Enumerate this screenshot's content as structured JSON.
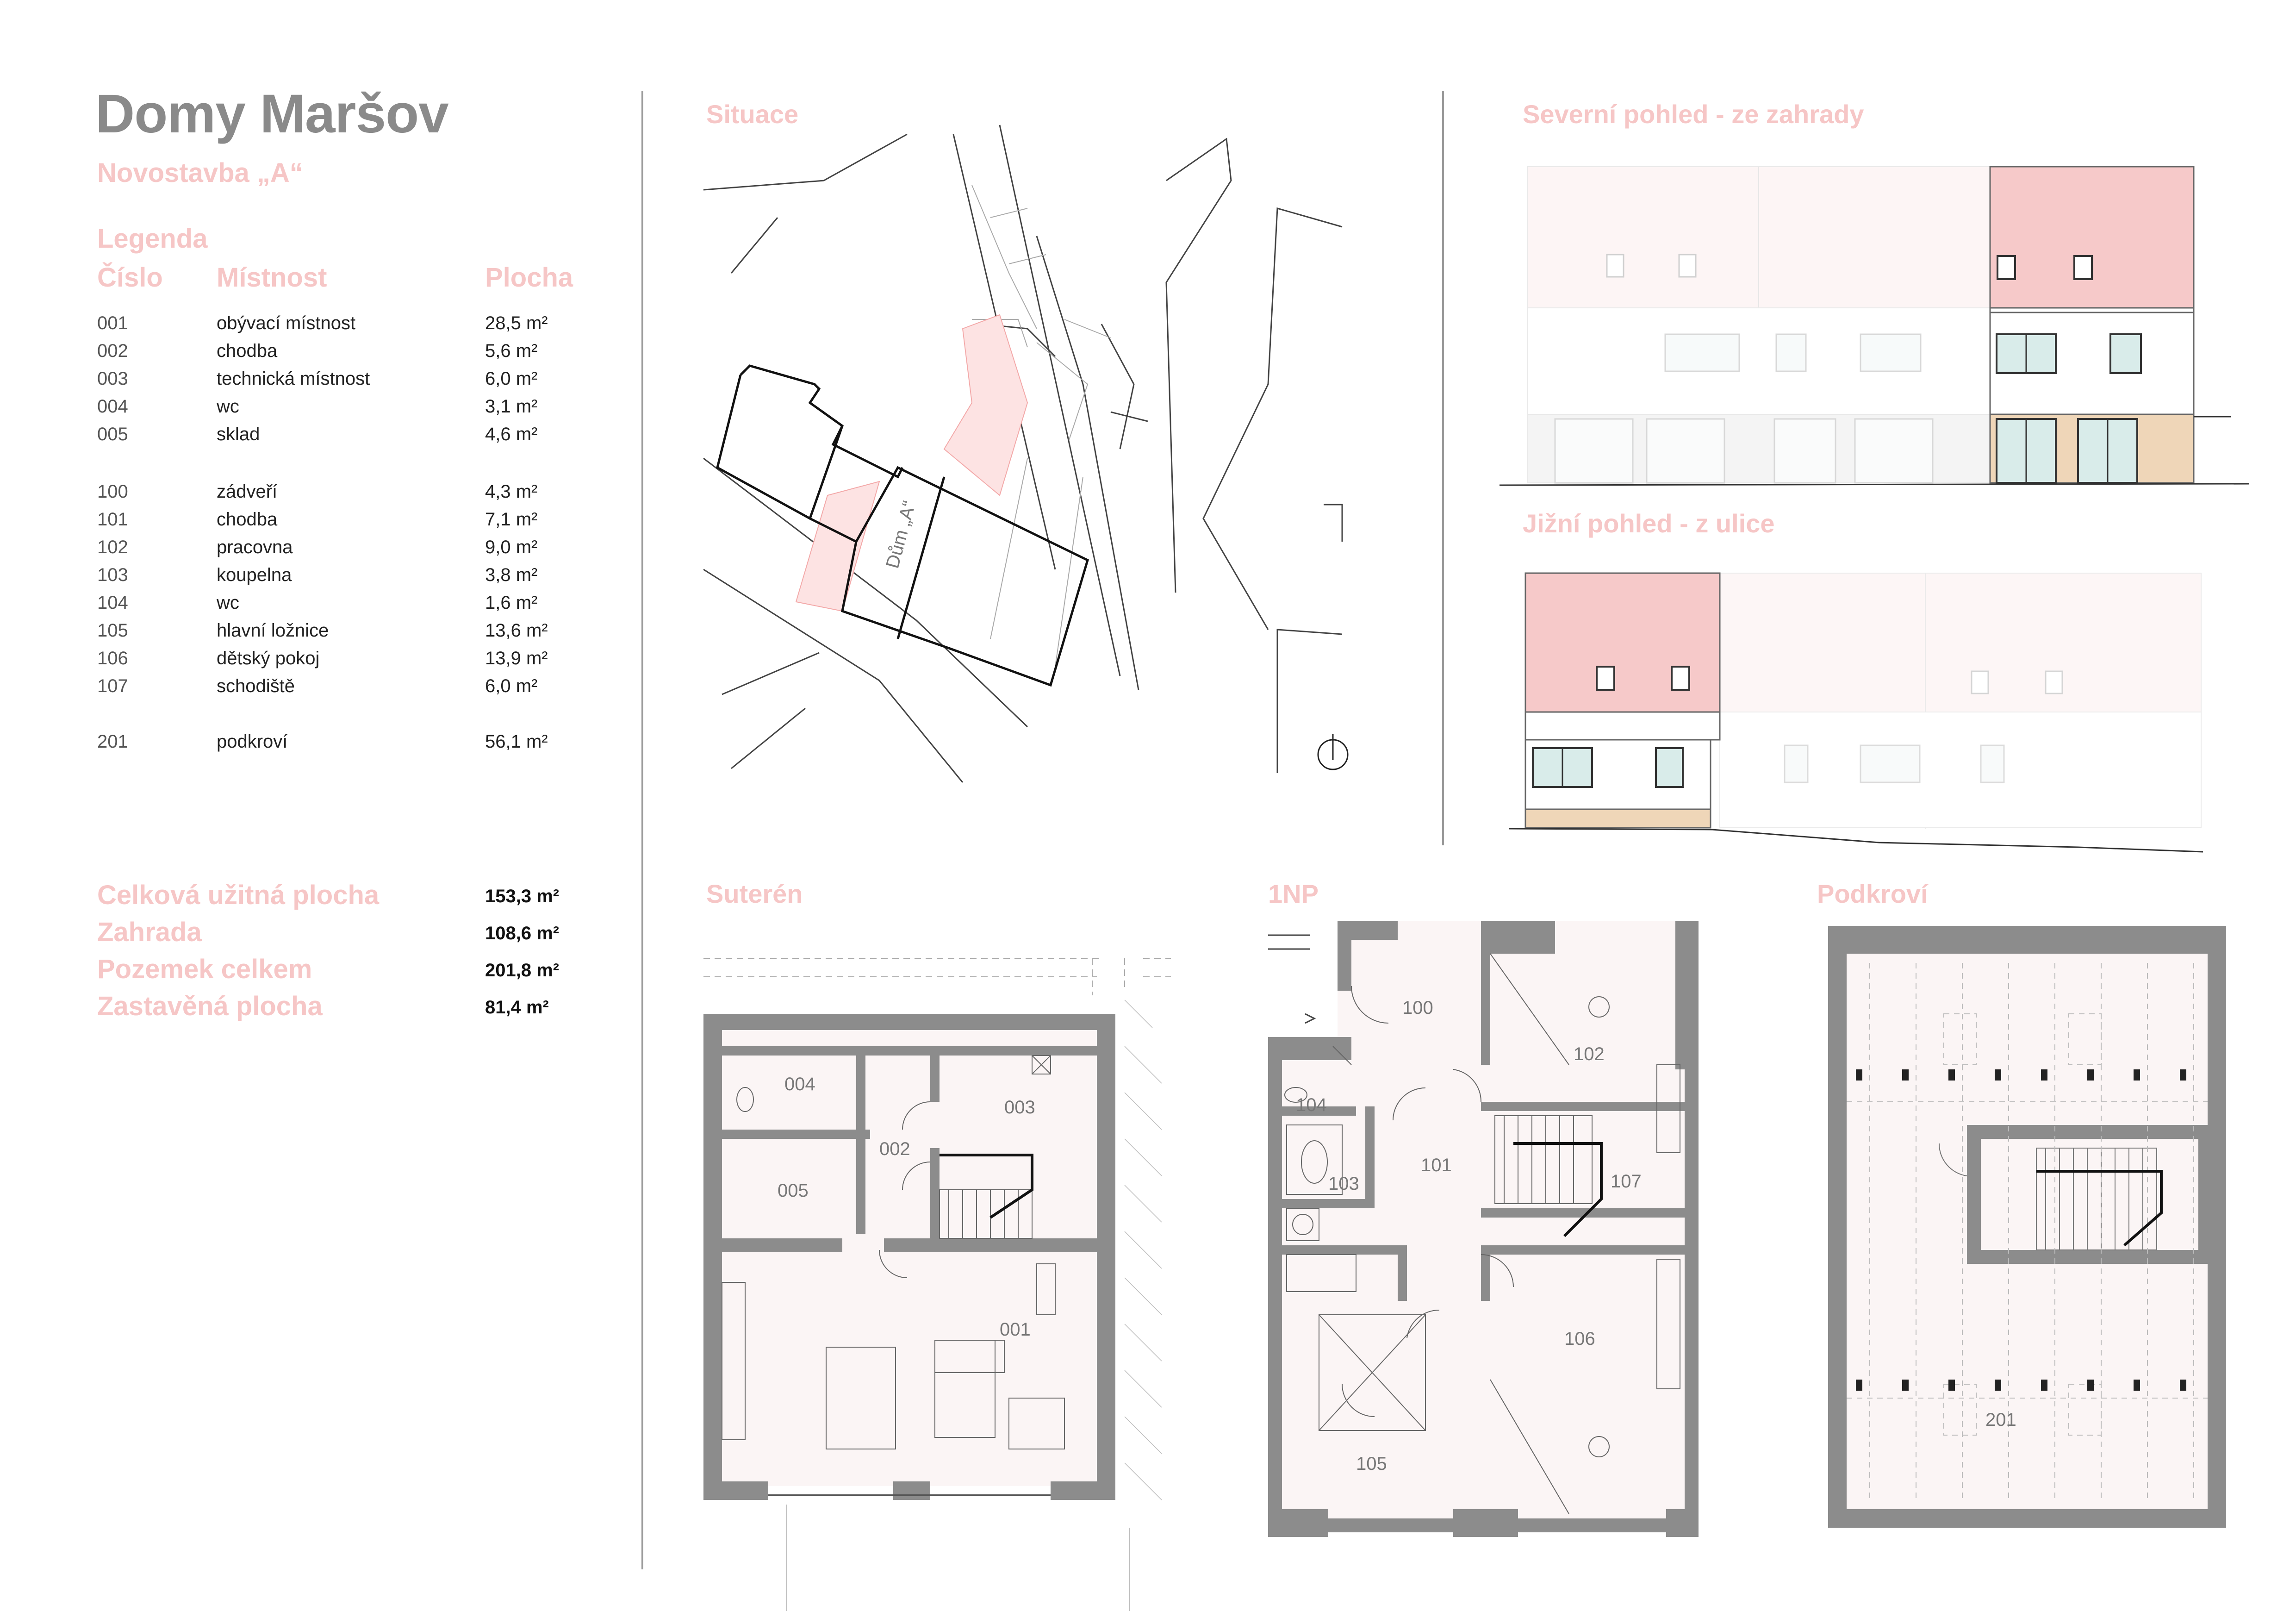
{
  "header": {
    "title": "Domy Maršov",
    "subtitle": "Novostavba „A“"
  },
  "legend": {
    "heading": "Legenda",
    "col_number": "Číslo",
    "col_room": "Místnost",
    "col_area": "Plocha",
    "rooms": [
      {
        "num": "001",
        "name": "obývací místnost",
        "area": "28,5 m²"
      },
      {
        "num": "002",
        "name": "chodba",
        "area": "5,6 m²"
      },
      {
        "num": "003",
        "name": "technická místnost",
        "area": "6,0 m²"
      },
      {
        "num": "004",
        "name": "wc",
        "area": "3,1 m²"
      },
      {
        "num": "005",
        "name": "sklad",
        "area": "4,6 m²"
      },
      {
        "num": "100",
        "name": "zádveří",
        "area": "4,3 m²"
      },
      {
        "num": "101",
        "name": "chodba",
        "area": "7,1 m²"
      },
      {
        "num": "102",
        "name": "pracovna",
        "area": "9,0 m²"
      },
      {
        "num": "103",
        "name": "koupelna",
        "area": "3,8 m²"
      },
      {
        "num": "104",
        "name": "wc",
        "area": "1,6 m²"
      },
      {
        "num": "105",
        "name": "hlavní ložnice",
        "area": "13,6 m²"
      },
      {
        "num": "106",
        "name": "dětský pokoj",
        "area": "13,9 m²"
      },
      {
        "num": "107",
        "name": "schodiště",
        "area": "6,0 m²"
      },
      {
        "num": "201",
        "name": "podkroví",
        "area": "56,1 m²"
      }
    ]
  },
  "summary": [
    {
      "label": "Celková užitná plocha",
      "value": "153,3 m²"
    },
    {
      "label": "Zahrada",
      "value": "108,6 m²"
    },
    {
      "label": "Pozemek celkem",
      "value": "201,8 m²"
    },
    {
      "label": "Zastavěná plocha",
      "value": "81,4 m²"
    }
  ],
  "sections": {
    "situace": "Situace",
    "north_view": "Severní pohled - ze zahrady",
    "south_view": "Jižní pohled - z ulice",
    "suteren": "Suterén",
    "np1": "1NP",
    "podkrovi": "Podkroví"
  },
  "site_plan": {
    "house_label": "Dům „A“"
  },
  "plan_labels": {
    "r001": "001",
    "r002": "002",
    "r003": "003",
    "r004": "004",
    "r005": "005",
    "r100": "100",
    "r101": "101",
    "r102": "102",
    "r103": "103",
    "r104": "104",
    "r105": "105",
    "r106": "106",
    "r107": "107",
    "r201": "201"
  },
  "colors": {
    "accent_pink": "#f6c6c6",
    "roof_pink": "#f6c9c9",
    "wall_grey": "#8c8c8c",
    "plinth_beige": "#efd6b8",
    "window_teal": "#d9ecea"
  }
}
